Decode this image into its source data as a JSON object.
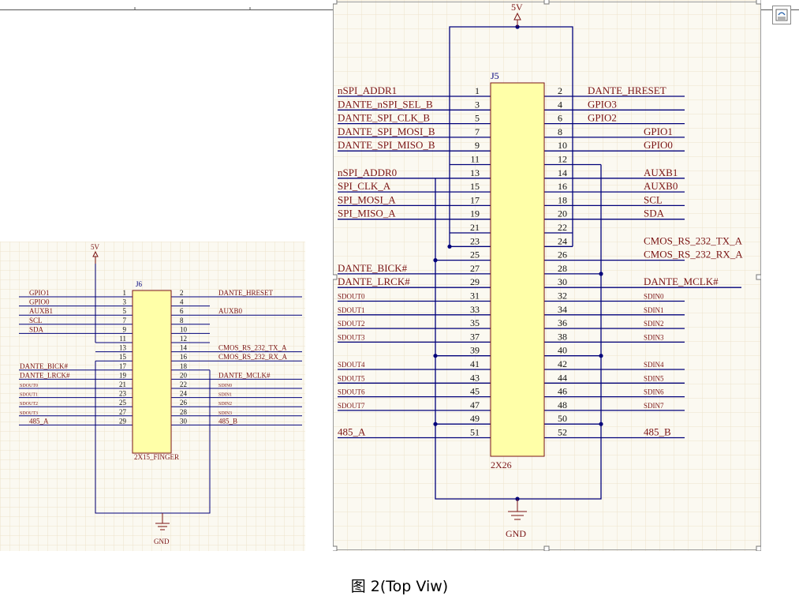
{
  "power_label": "5V",
  "ground_label": "GND",
  "caption": "图 2(Top Viw)",
  "j6": {
    "designator": "J6",
    "part": "2X15_FINGER",
    "left": [
      {
        "pin": "1",
        "net": "GPIO1"
      },
      {
        "pin": "3",
        "net": "GPIO0"
      },
      {
        "pin": "5",
        "net": "AUXB1"
      },
      {
        "pin": "7",
        "net": "SCL"
      },
      {
        "pin": "9",
        "net": "SDA"
      },
      {
        "pin": "11",
        "net": ""
      },
      {
        "pin": "13",
        "net": ""
      },
      {
        "pin": "15",
        "net": ""
      },
      {
        "pin": "17",
        "net": "DANTE_BICK#"
      },
      {
        "pin": "19",
        "net": "DANTE_LRCK#"
      },
      {
        "pin": "21",
        "net": "SDOUT0"
      },
      {
        "pin": "23",
        "net": "SDOUT1"
      },
      {
        "pin": "25",
        "net": "SDOUT2"
      },
      {
        "pin": "27",
        "net": "SDOUT3"
      },
      {
        "pin": "29",
        "net": "485_A"
      }
    ],
    "right": [
      {
        "pin": "2",
        "net": "DANTE_HRESET"
      },
      {
        "pin": "4",
        "net": ""
      },
      {
        "pin": "6",
        "net": "AUXB0"
      },
      {
        "pin": "8",
        "net": ""
      },
      {
        "pin": "10",
        "net": ""
      },
      {
        "pin": "12",
        "net": ""
      },
      {
        "pin": "14",
        "net": "CMOS_RS_232_TX_A"
      },
      {
        "pin": "16",
        "net": "CMOS_RS_232_RX_A"
      },
      {
        "pin": "18",
        "net": ""
      },
      {
        "pin": "20",
        "net": "DANTE_MCLK#"
      },
      {
        "pin": "22",
        "net": "SDIN0"
      },
      {
        "pin": "24",
        "net": "SDIN1"
      },
      {
        "pin": "26",
        "net": "SDIN2"
      },
      {
        "pin": "28",
        "net": "SDIN3"
      },
      {
        "pin": "30",
        "net": "485_B"
      }
    ]
  },
  "j5": {
    "designator": "J5",
    "part": "2X26",
    "left": [
      {
        "pin": "1",
        "net": "nSPI_ADDR1"
      },
      {
        "pin": "3",
        "net": "DANTE_nSPI_SEL_B"
      },
      {
        "pin": "5",
        "net": "DANTE_SPI_CLK_B"
      },
      {
        "pin": "7",
        "net": "DANTE_SPI_MOSI_B"
      },
      {
        "pin": "9",
        "net": "DANTE_SPI_MISO_B"
      },
      {
        "pin": "11",
        "net": ""
      },
      {
        "pin": "13",
        "net": "nSPI_ADDR0"
      },
      {
        "pin": "15",
        "net": "SPI_CLK_A"
      },
      {
        "pin": "17",
        "net": "SPI_MOSI_A"
      },
      {
        "pin": "19",
        "net": "SPI_MISO_A"
      },
      {
        "pin": "21",
        "net": ""
      },
      {
        "pin": "23",
        "net": ""
      },
      {
        "pin": "25",
        "net": ""
      },
      {
        "pin": "27",
        "net": "DANTE_BICK#"
      },
      {
        "pin": "29",
        "net": "DANTE_LRCK#"
      },
      {
        "pin": "31",
        "net": "SDOUT0"
      },
      {
        "pin": "33",
        "net": "SDOUT1"
      },
      {
        "pin": "35",
        "net": "SDOUT2"
      },
      {
        "pin": "37",
        "net": "SDOUT3"
      },
      {
        "pin": "39",
        "net": ""
      },
      {
        "pin": "41",
        "net": "SDOUT4"
      },
      {
        "pin": "43",
        "net": "SDOUT5"
      },
      {
        "pin": "45",
        "net": "SDOUT6"
      },
      {
        "pin": "47",
        "net": "SDOUT7"
      },
      {
        "pin": "49",
        "net": ""
      },
      {
        "pin": "51",
        "net": "485_A"
      }
    ],
    "right": [
      {
        "pin": "2",
        "net": "DANTE_HRESET"
      },
      {
        "pin": "4",
        "net": "GPIO3"
      },
      {
        "pin": "6",
        "net": "GPIO2"
      },
      {
        "pin": "8",
        "net": "GPIO1"
      },
      {
        "pin": "10",
        "net": "GPIO0"
      },
      {
        "pin": "12",
        "net": ""
      },
      {
        "pin": "14",
        "net": "AUXB1"
      },
      {
        "pin": "16",
        "net": "AUXB0"
      },
      {
        "pin": "18",
        "net": "SCL"
      },
      {
        "pin": "20",
        "net": "SDA"
      },
      {
        "pin": "22",
        "net": ""
      },
      {
        "pin": "24",
        "net": "CMOS_RS_232_TX_A"
      },
      {
        "pin": "26",
        "net": "CMOS_RS_232_RX_A"
      },
      {
        "pin": "28",
        "net": ""
      },
      {
        "pin": "30",
        "net": "DANTE_MCLK#"
      },
      {
        "pin": "32",
        "net": "SDIN0"
      },
      {
        "pin": "34",
        "net": "SDIN1"
      },
      {
        "pin": "36",
        "net": "SDIN2"
      },
      {
        "pin": "38",
        "net": "SDIN3"
      },
      {
        "pin": "40",
        "net": ""
      },
      {
        "pin": "42",
        "net": "SDIN4"
      },
      {
        "pin": "44",
        "net": "SDIN5"
      },
      {
        "pin": "46",
        "net": "SDIN6"
      },
      {
        "pin": "48",
        "net": "SDIN7"
      },
      {
        "pin": "50",
        "net": ""
      },
      {
        "pin": "52",
        "net": "485_B"
      }
    ]
  },
  "colors": {
    "wire": "#00007a",
    "body": "#ffffa8",
    "label": "#7a1414",
    "grid": "#ece2cc",
    "paper": "#fbf9f1"
  }
}
